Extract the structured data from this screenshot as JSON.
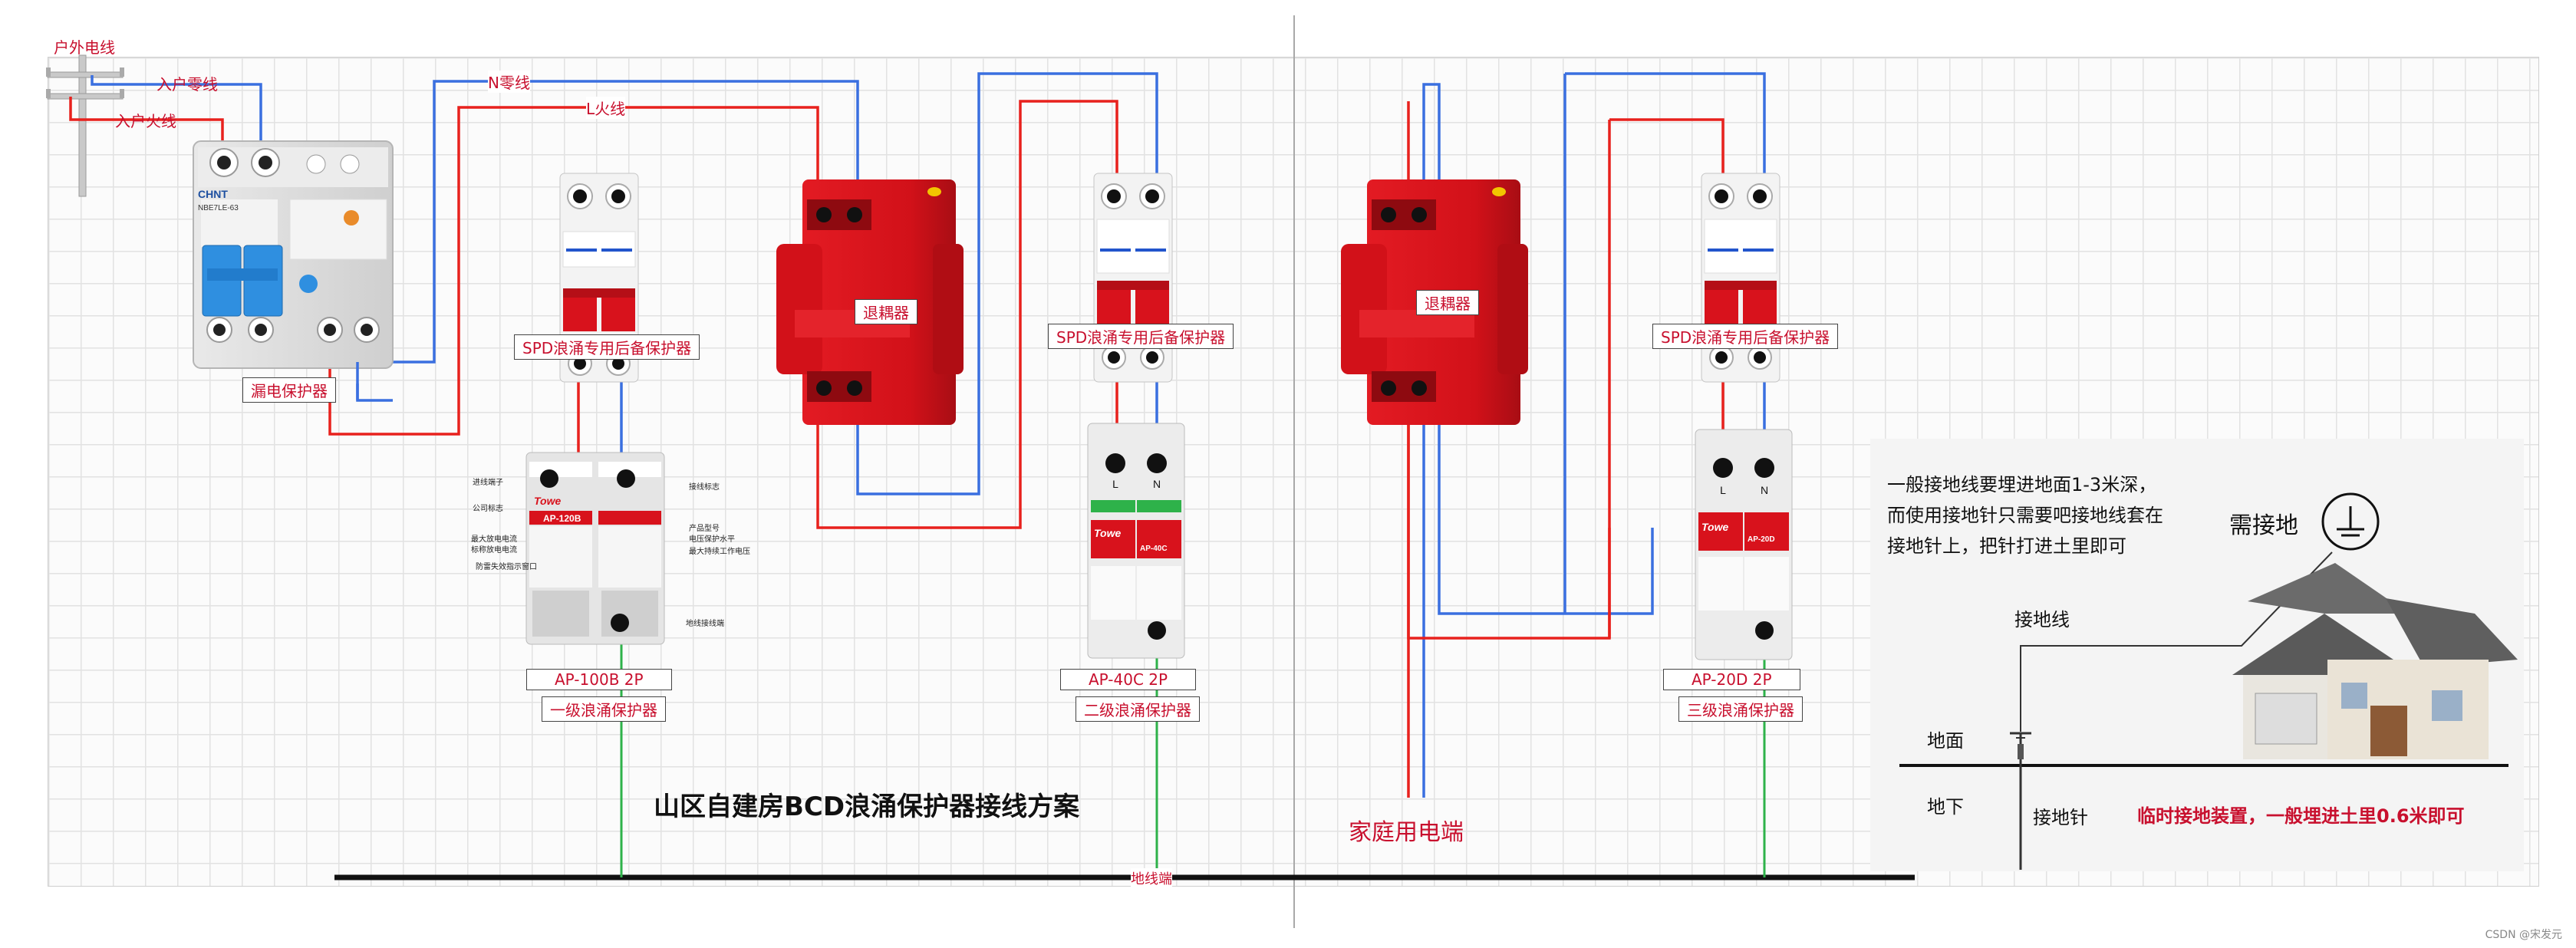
{
  "diagram": {
    "title": "山区自建房BCD浪涌保护器接线方案",
    "wires": {
      "outdoor": "户外电线",
      "neutral_in": "入户零线",
      "live_in": "入户火线",
      "n_line": "N零线",
      "l_line": "L火线"
    },
    "rcd": {
      "label": "漏电保护器",
      "brand": "CHNT",
      "model": "NBE7LE-63"
    },
    "backup_protector_label": "SPD浪涌专用后备保护器",
    "decoupler_label": "退耦器",
    "spd_b": {
      "model": "AP-100B 2P",
      "level": "一级浪涌保护器",
      "brand": "Towe",
      "face": "AP-120B",
      "callouts": [
        "进线端子",
        "公司标志",
        "最大放电电流",
        "标称放电电流",
        "防雷失效指示窗口",
        "接线标志",
        "产品型号",
        "电压保护水平",
        "最大持续工作电压",
        "地线接线端"
      ]
    },
    "spd_c": {
      "model": "AP-40C 2P",
      "level": "二级浪涌保护器",
      "brand": "Towe",
      "face": "AP-40C"
    },
    "spd_d": {
      "model": "AP-20D 2P",
      "level": "三级浪涌保护器",
      "brand": "Towe",
      "face": "AP-20D"
    },
    "home_end": "家庭用电端",
    "ground_terminal": "地线端",
    "terminal_marks": {
      "l": "L",
      "n": "N"
    }
  },
  "grounding_panel": {
    "note": [
      "一般接地线要埋进地面1-3米深，",
      "而使用接地针只需要吧接地线套在",
      "接地针上，把针打进土里即可"
    ],
    "needs_ground": "需接地",
    "ground_wire": "接地线",
    "surface": "地面",
    "underground": "地下",
    "ground_pin": "接地针",
    "temp_note": "临时接地装置，一般埋进土里0.6米即可"
  },
  "credit": "CSDN @宋发元",
  "colors": {
    "live": "#e8211d",
    "neutral": "#3a6fe0",
    "earth": "#2eb24a",
    "label_red": "#c8102e",
    "module_red": "#d8121c"
  }
}
